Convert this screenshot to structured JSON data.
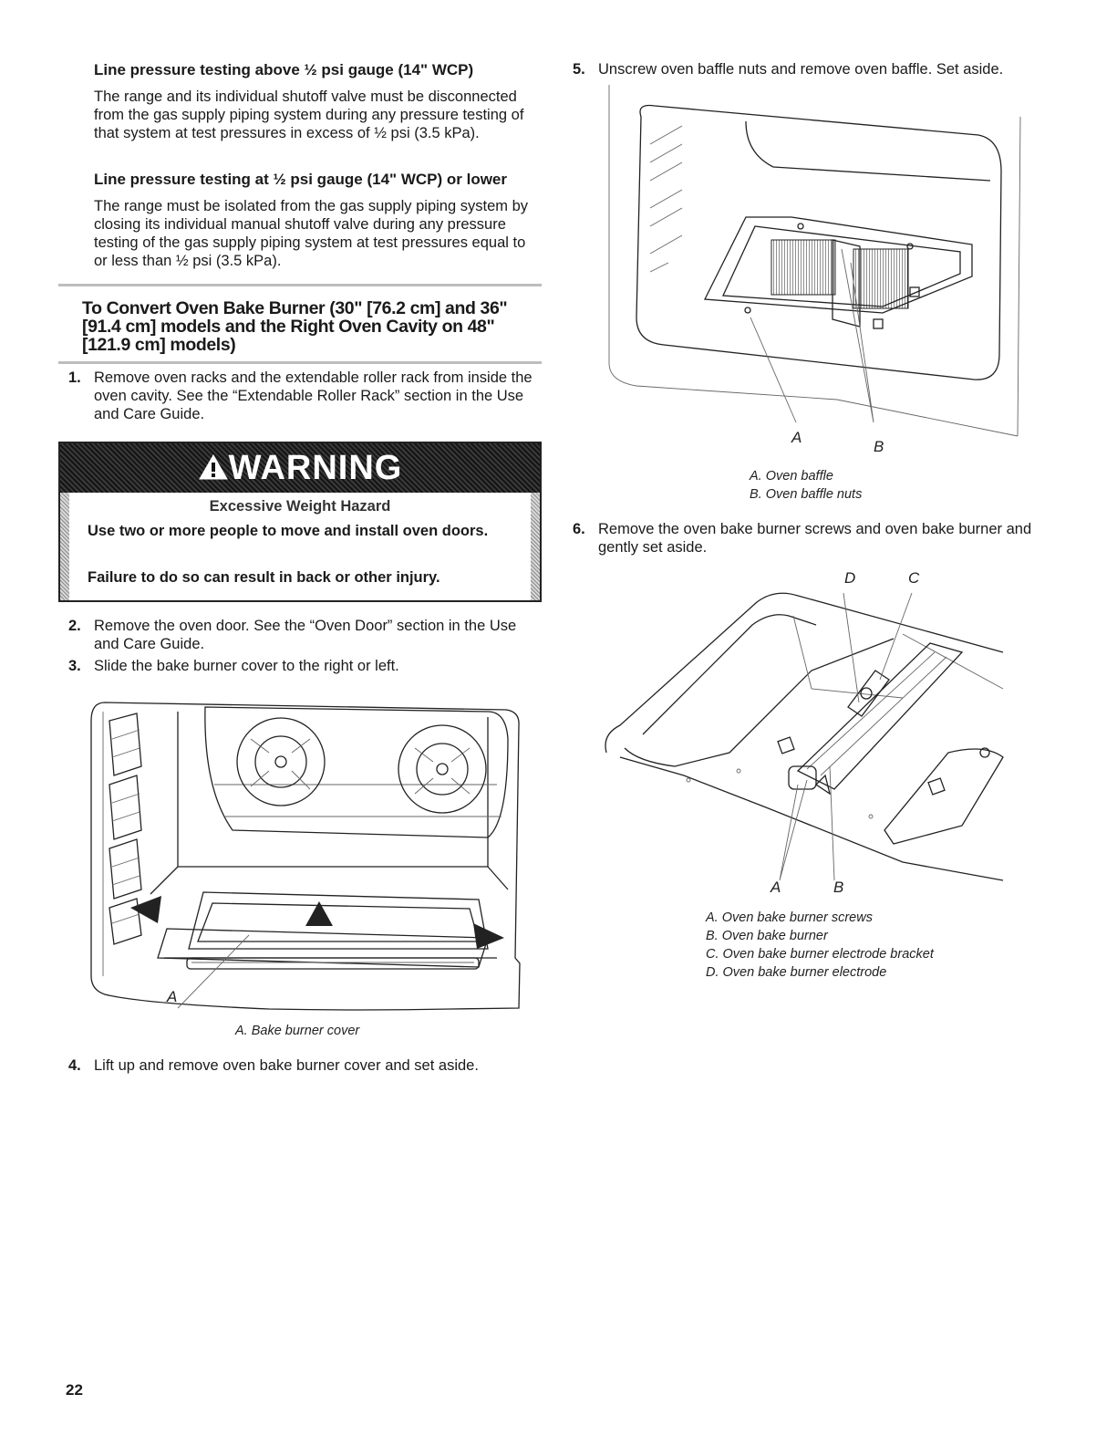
{
  "left": {
    "sub1": "Line pressure testing above ½ psi gauge (14\" WCP)",
    "para1": "The range and its individual shutoff valve must be disconnected from the gas supply piping system during any pressure testing of that system at test pressures in excess of ½ psi (3.5 kPa).",
    "sub2": "Line pressure testing at ½ psi gauge (14\" WCP) or lower",
    "para2": "The range must be isolated from the gas supply piping system by closing its individual manual shutoff valve during any pressure testing of the gas supply piping system at test pressures equal to or less than ½ psi (3.5 kPa).",
    "section_title": "To Convert Oven Bake Burner (30\" [76.2 cm] and 36\" [91.4 cm] models and the Right Oven Cavity on 48\" [121.9 cm] models)",
    "step1_num": "1.",
    "step1": "Remove oven racks and the extendable roller rack from inside the oven cavity. See the “Extendable Roller Rack” section in the Use and Care Guide.",
    "warning": {
      "title": "WARNING",
      "hazard": "Excessive Weight Hazard",
      "line1": "Use two or more people to move and install oven doors.",
      "line2": "Failure to do so can result in back or other injury."
    },
    "step2_num": "2.",
    "step2": "Remove the oven door. See the “Oven Door” section in the Use and Care Guide.",
    "step3_num": "3.",
    "step3": "Slide the bake burner cover to the right or left.",
    "fig1_label_a": "A",
    "fig1_caption": "A. Bake burner cover",
    "step4_num": "4.",
    "step4": "Lift up and remove oven bake burner cover and set aside."
  },
  "right": {
    "step5_num": "5.",
    "step5": "Unscrew oven baffle nuts and remove oven baffle. Set aside.",
    "fig2_label_a": "A",
    "fig2_label_b": "B",
    "fig2_caption_a": "A. Oven baffle",
    "fig2_caption_b": "B. Oven baffle nuts",
    "step6_num": "6.",
    "step6": "Remove the oven bake burner screws and oven bake burner and gently set aside.",
    "fig3_label_d": "D",
    "fig3_label_c": "C",
    "fig3_label_a": "A",
    "fig3_label_b": "B",
    "fig3_caption_a": "A. Oven bake burner screws",
    "fig3_caption_b": "B. Oven bake burner",
    "fig3_caption_c": "C. Oven bake burner electrode bracket",
    "fig3_caption_d": "D. Oven bake burner electrode"
  },
  "page_number": "22"
}
